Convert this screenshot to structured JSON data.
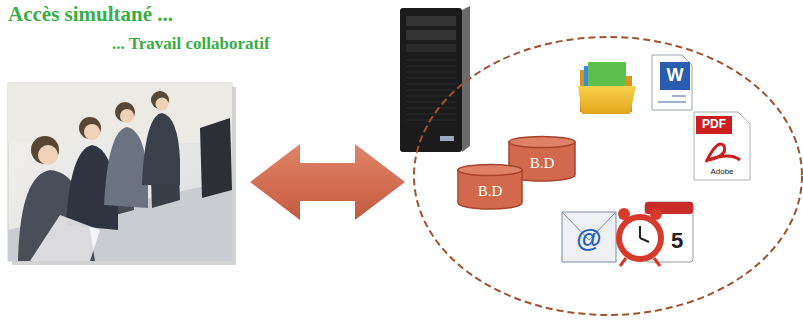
{
  "diagram": {
    "nodes": [
      {
        "text": [
          "B.D"
        ]
      },
      {
        "text": [
          "B.D"
        ]
      }
    ],
    "labels": [
      "Accès simultané ...",
      "... Travail collaboratif",
      "W",
      "PDF",
      "Adobe",
      "@",
      "5"
    ]
  }
}
